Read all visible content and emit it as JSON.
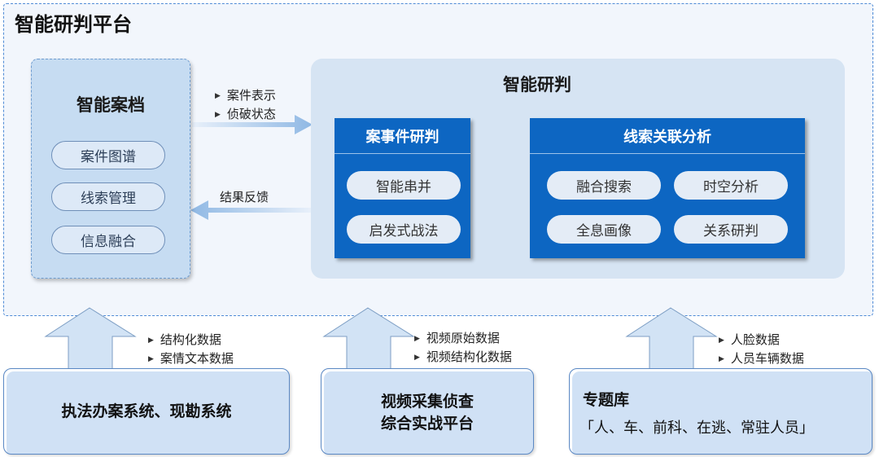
{
  "platform": {
    "title": "智能研判平台"
  },
  "archive": {
    "title": "智能案档",
    "items": [
      "案件图谱",
      "线索管理",
      "信息融合"
    ]
  },
  "flow": {
    "to_main": [
      "案件表示",
      "侦破状态"
    ],
    "feedback": "结果反馈"
  },
  "main": {
    "title": "智能研判",
    "case_panel": {
      "title": "案事件研判",
      "items": [
        "智能串并",
        "启发式战法"
      ]
    },
    "clue_panel": {
      "title": "线索关联分析",
      "items": [
        "融合搜索",
        "时空分析",
        "全息画像",
        "关系研判"
      ]
    }
  },
  "sources": [
    {
      "notes": [
        "结构化数据",
        "案情文本数据"
      ],
      "lines": [
        "执法办案系统、现勘系统"
      ]
    },
    {
      "notes": [
        "视频原始数据",
        "视频结构化数据"
      ],
      "lines": [
        "视频采集侦查",
        "综合实战平台"
      ]
    },
    {
      "notes": [
        "人脸数据",
        "人员车辆数据"
      ],
      "title": "专题库",
      "subtitle": "「人、车、前科、在逃、常驻人员」"
    }
  ],
  "colors": {
    "accent_blue": "#0d66c2",
    "frame_dashed": "#4f8bd6",
    "panel_bg": "#d6e4f3",
    "arrow": "#c3d9f0"
  }
}
